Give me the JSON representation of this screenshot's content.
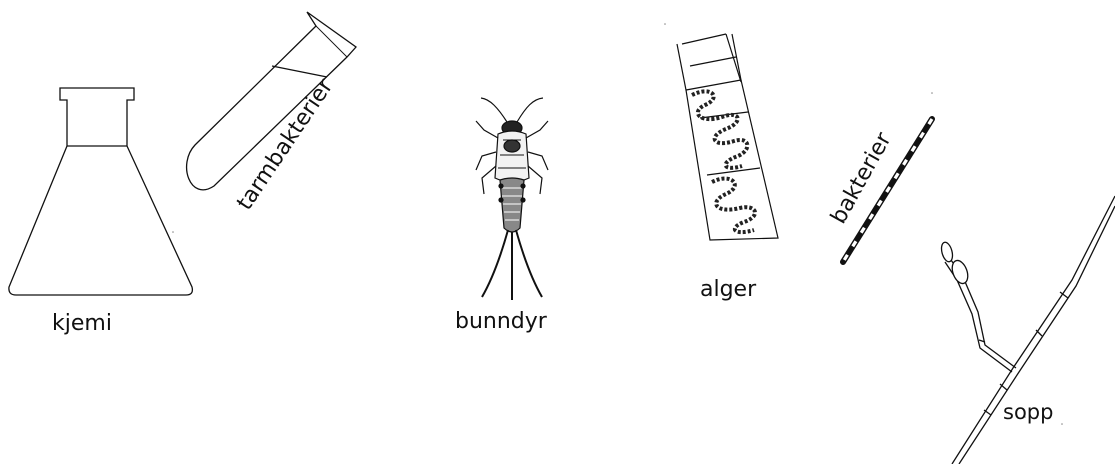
{
  "labels": {
    "kjemi": "kjemi",
    "tarmbakterier": "tarmbakterier",
    "bunndyr": "bunndyr",
    "alger": "alger",
    "bakterier": "bakterier",
    "sopp": "sopp"
  },
  "colors": {
    "ink": "#111111",
    "background": "#ffffff"
  }
}
